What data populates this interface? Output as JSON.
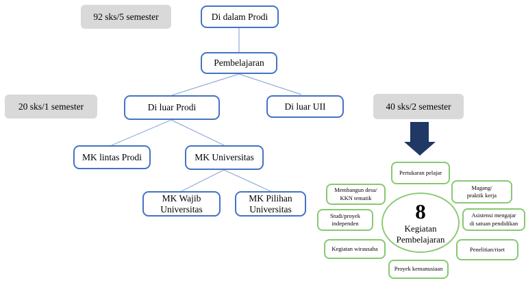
{
  "badges": [
    {
      "label": "92 sks/5 semester"
    },
    {
      "label": "20 sks/1 semester"
    },
    {
      "label": "40 sks/2 semester"
    }
  ],
  "tree": {
    "nodes": [
      {
        "label": "Di dalam Prodi"
      },
      {
        "label": "Pembelajaran"
      },
      {
        "label": "Di luar Prodi"
      },
      {
        "label": "Di luar UII"
      },
      {
        "label": "MK lintas Prodi"
      },
      {
        "label": "MK Universitas"
      },
      {
        "label": "MK Wajib\nUniversitas"
      },
      {
        "label": "MK Pilihan\nUniversitas"
      }
    ]
  },
  "cycle": {
    "center_number": "8",
    "center_label": "Kegiatan\nPembelajaran",
    "items": [
      {
        "label": "Pertukaran pelajar"
      },
      {
        "label": "Magang/\npraktik kerja"
      },
      {
        "label": "Asistensi mengajar\ndi satuan pendidikan"
      },
      {
        "label": "Penelitian/riset"
      },
      {
        "label": "Proyek kemanusiaan"
      },
      {
        "label": "Kegiatan wirausaha"
      },
      {
        "label": "Studi/proyek\nindependen"
      },
      {
        "label": "Membangun desa/\nKKN tematik"
      }
    ]
  },
  "icons": {
    "down_arrow": "down-arrow"
  },
  "colors": {
    "node_border_blue": "#4472C4",
    "connector_blue": "#8FAADC",
    "badge_gray": "#D9D9D9",
    "arrow_navy": "#1F3864",
    "cycle_green": "#85C96F"
  }
}
